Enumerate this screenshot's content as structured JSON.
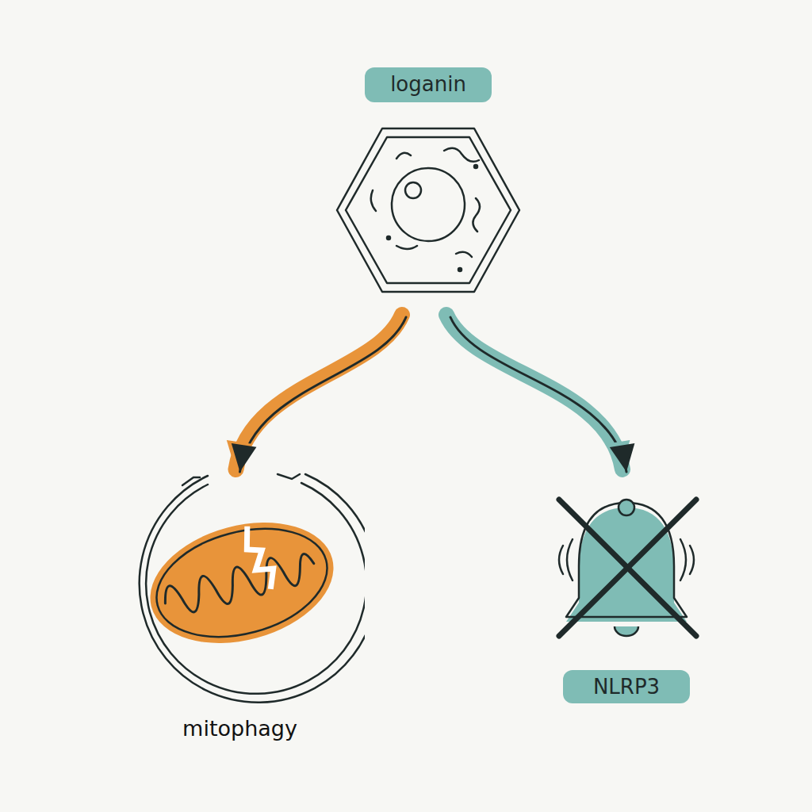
{
  "diagram": {
    "nodes": [
      {
        "text": [
          "loganin"
        ]
      },
      {
        "text": [
          "mitophagy"
        ]
      },
      {
        "text": [
          "NLRP3"
        ]
      }
    ],
    "edges": [
      {
        "from": 0,
        "to": 1,
        "arrow": "to"
      },
      {
        "from": 0,
        "to": 2,
        "arrow": "to"
      }
    ]
  }
}
